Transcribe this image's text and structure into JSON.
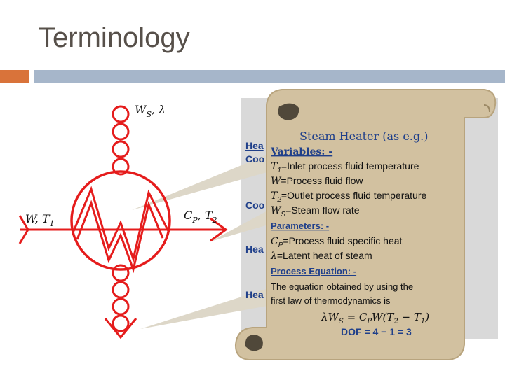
{
  "slide": {
    "title": "Terminology"
  },
  "diagram": {
    "labels": {
      "steam_label": "W",
      "steam_sub": "S",
      "steam_suffix": ", λ",
      "inlet_label": "W, T",
      "inlet_sub": "1",
      "outlet_label": "C",
      "outlet_sub": "P",
      "outlet_suffix": ", T",
      "outlet_sub2": "2"
    },
    "background_rows": [
      "Hea",
      "Coo",
      "Coo",
      "Hea",
      "Hea"
    ]
  },
  "scroll": {
    "title": "Steam Heater (as e.g.)",
    "variables_heading": "Variables: -",
    "variables": [
      {
        "sym": "T",
        "sub": "1",
        "text": "=Inlet process fluid temperature"
      },
      {
        "sym": "W",
        "sub": "",
        "text": "=Process fluid flow"
      },
      {
        "sym": "T",
        "sub": "2",
        "text": "=Outlet process fluid temperature"
      },
      {
        "sym": "W",
        "sub": "S",
        "text": "=Steam flow rate"
      }
    ],
    "parameters_heading": "Parameters: -",
    "parameters": [
      {
        "sym": "C",
        "sub": "P",
        "text": "=Process fluid specific heat"
      },
      {
        "sym": "λ",
        "sub": "",
        "text": "=Latent heat of steam"
      }
    ],
    "equation_heading": "Process Equation: -",
    "equation_line1": "The equation obtained by using the",
    "equation_line2": "first law of thermodynamics is",
    "equation": "λW",
    "equation_sub": "S",
    "equation_rest": " = C",
    "equation_sub2": "P",
    "equation_rest2": "W(T",
    "equation_sub3": "2",
    "equation_rest3": " − T",
    "equation_sub4": "1",
    "equation_end": ")",
    "dof": "DOF = 4 − 1 = 3"
  },
  "colors": {
    "accent": "#d9733a",
    "header_bar": "#a6b6ca",
    "coil_red": "#e51c1c",
    "scroll_fill": "#d2c1a0",
    "scroll_edge": "#b8a47e",
    "heading_blue": "#1f3f8a"
  }
}
